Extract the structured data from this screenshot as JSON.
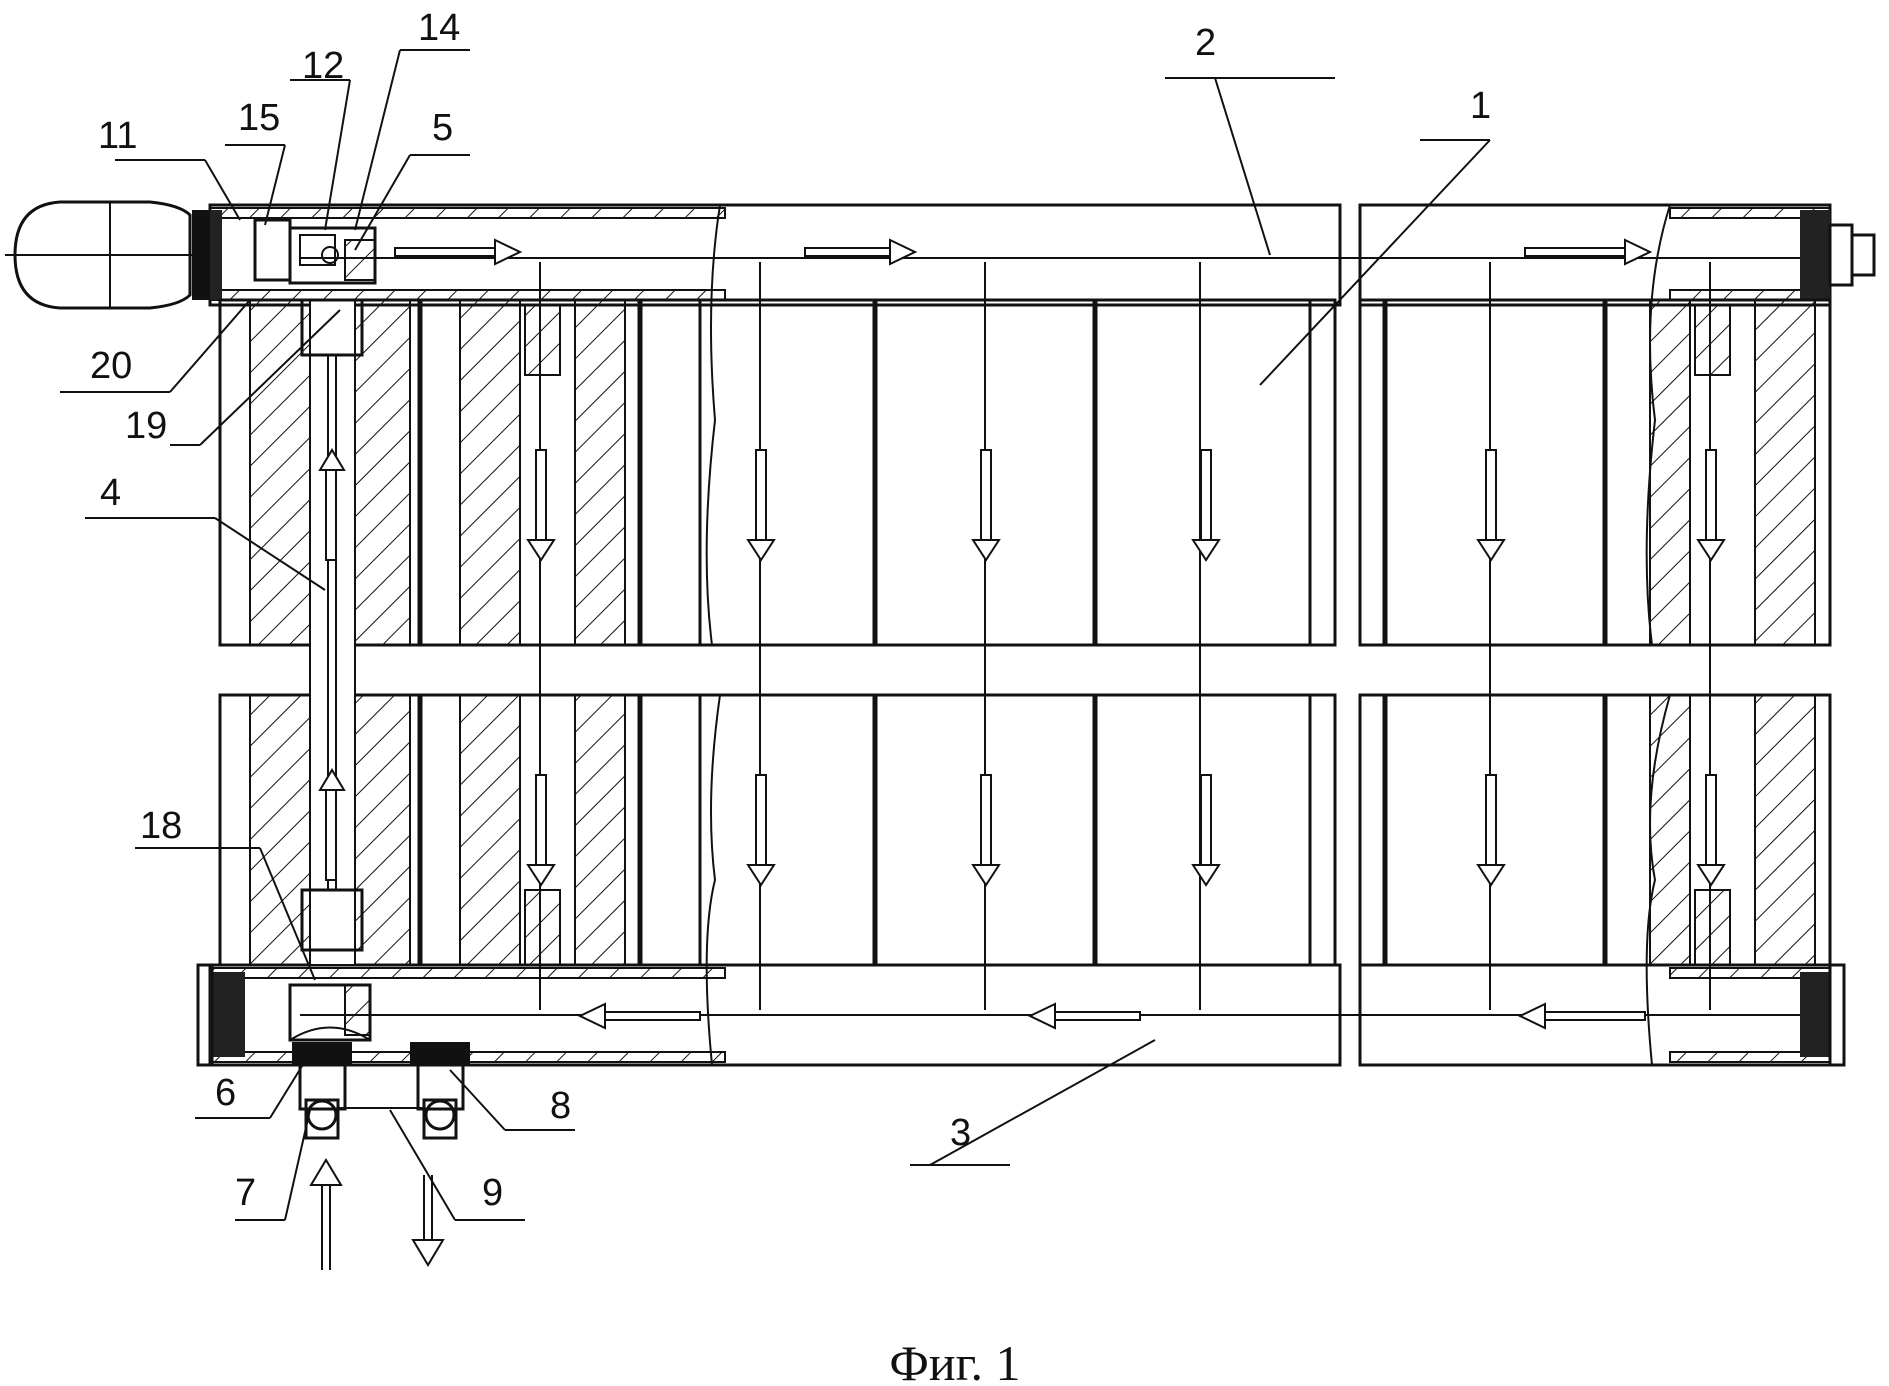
{
  "caption": "Фиг. 1",
  "labels": {
    "l1": "1",
    "l2": "2",
    "l3": "3",
    "l4": "4",
    "l5": "5",
    "l6": "6",
    "l7": "7",
    "l8": "8",
    "l9": "9",
    "l11": "11",
    "l12": "12",
    "l14": "14",
    "l15": "15",
    "l18": "18",
    "l19": "19",
    "l20": "20"
  }
}
